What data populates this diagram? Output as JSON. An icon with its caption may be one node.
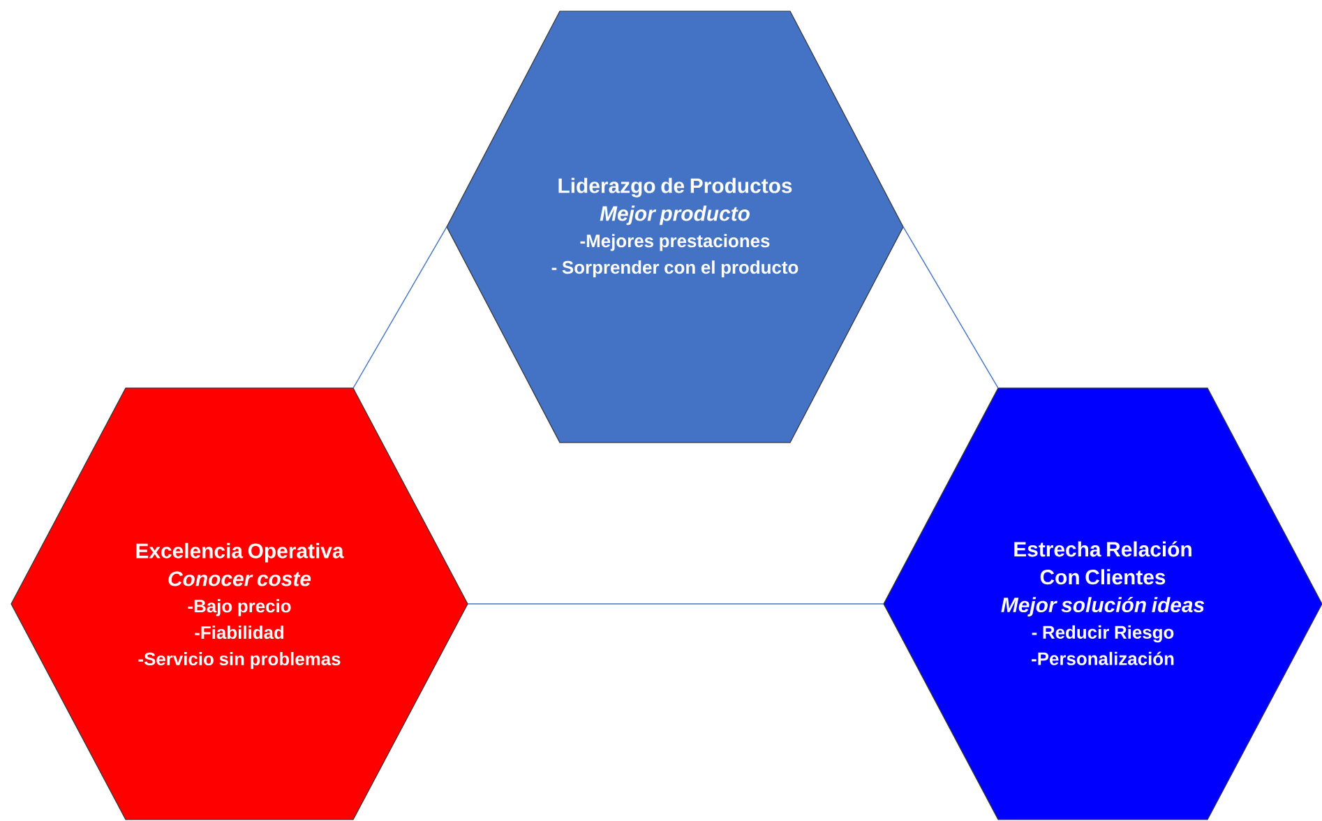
{
  "diagram": {
    "nodes": [
      {
        "text": [
          "Liderazgo de Productos",
          "Mejor producto",
          "-Mejores prestaciones",
          "- Sorprender con el producto"
        ]
      },
      {
        "text": [
          "Excelencia Operativa",
          "Conocer coste",
          "-Bajo precio",
          "-Fiabilidad",
          "-Servicio sin problemas"
        ]
      },
      {
        "text": [
          "Estrecha Relación Con Clientes",
          "Mejor solución ideas",
          "- Reducir Riesgo",
          "-Personalización"
        ]
      }
    ],
    "edges": [
      {
        "from": 1,
        "to": 0,
        "arrow": "none"
      },
      {
        "from": 1,
        "to": 2,
        "arrow": "none"
      },
      {
        "from": 0,
        "to": 2,
        "arrow": "none"
      }
    ]
  }
}
